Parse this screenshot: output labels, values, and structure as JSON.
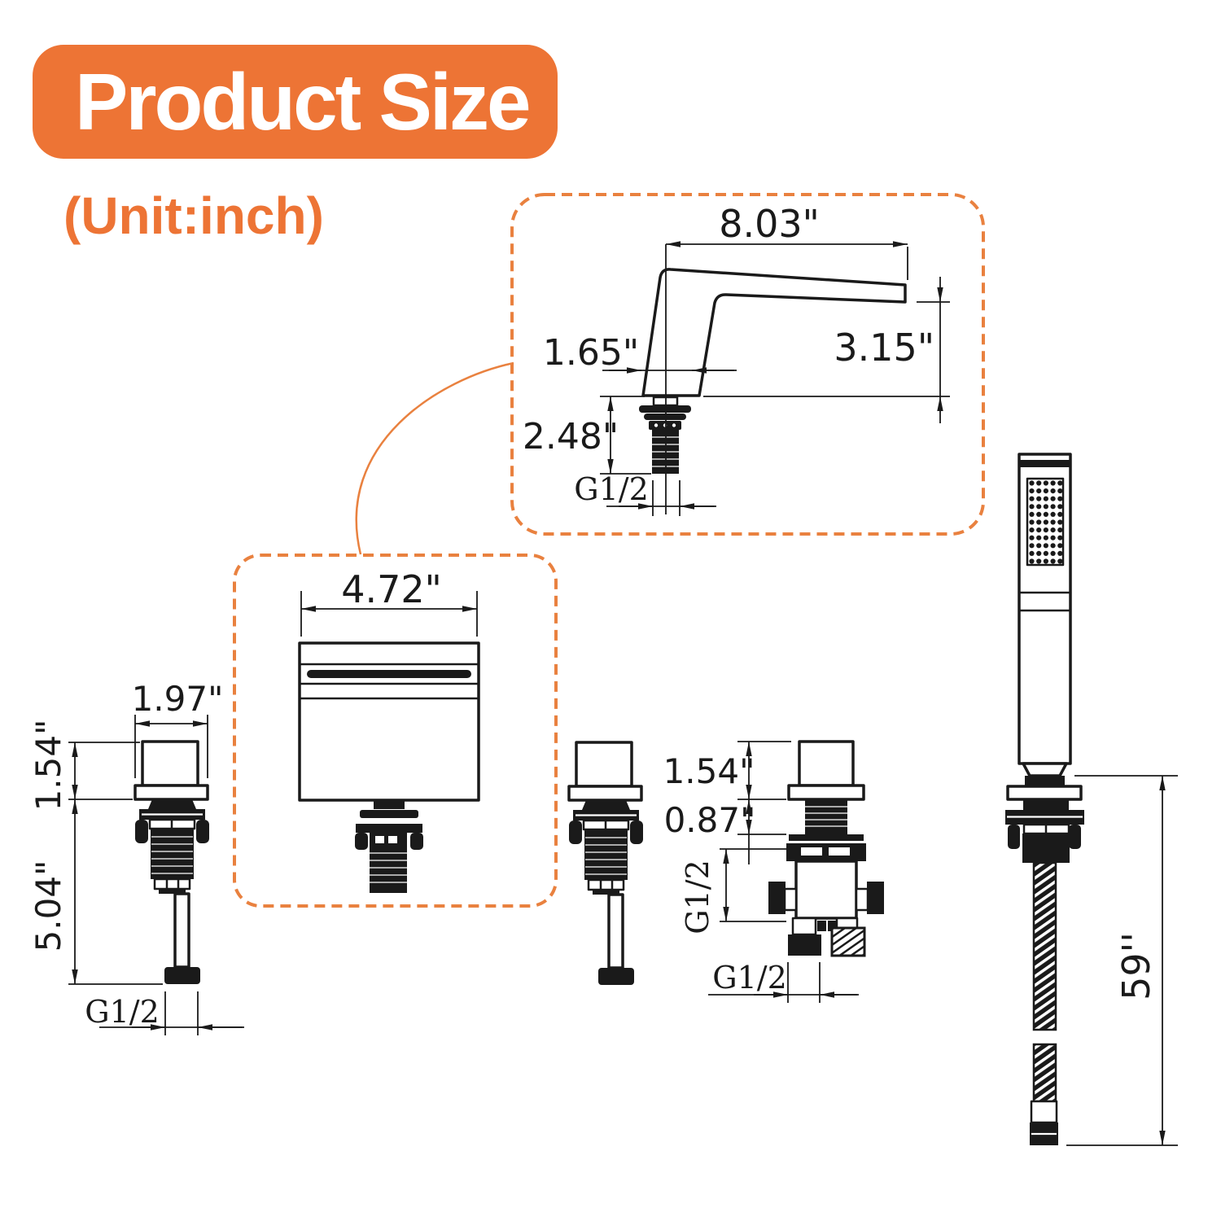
{
  "header": {
    "title": "Product Size",
    "unit_label": "(Unit:inch)"
  },
  "colors": {
    "accent": "#ED7435",
    "dash": "#E9813F",
    "line": "#1A1A1A"
  },
  "figures": {
    "tub_spout": {
      "reach": "8.03\"",
      "base_width": "1.65\"",
      "height_above_deck": "3.15\"",
      "below_deck": "2.48\"",
      "thread": "G1/2"
    },
    "waterfall_spout": {
      "width": "4.72\""
    },
    "handle": {
      "flange_width": "1.97\"",
      "knob_height": "1.54\"",
      "below_deck": "5.04\"",
      "thread": "G1/2"
    },
    "diverter": {
      "knob_height": "1.54\"",
      "neck_height": "0.87\"",
      "side_thread": "G1/2",
      "bottom_thread": "G1/2"
    },
    "hand_shower": {
      "hose_length": "59''"
    }
  }
}
